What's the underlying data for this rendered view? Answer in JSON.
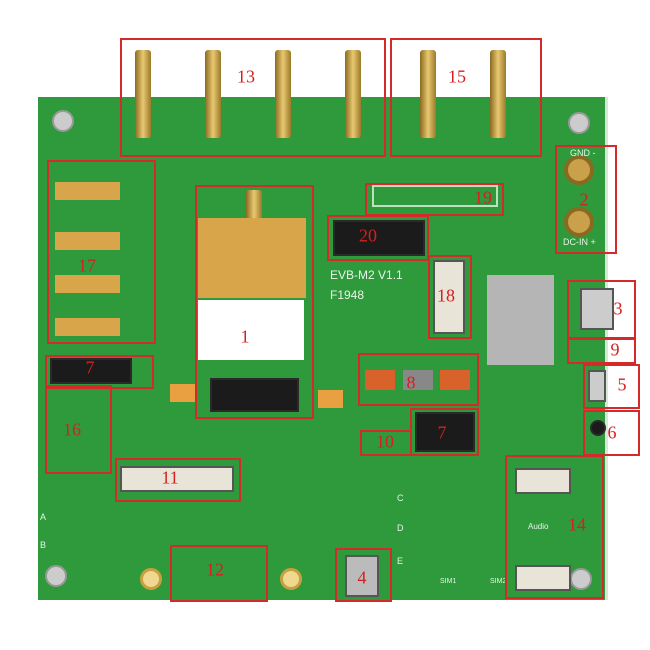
{
  "board": {
    "silkscreen_name": "EVB-M2  V1.1",
    "silkscreen_code": "F1948",
    "gnd_label": "GND -",
    "dcin_label": "DC-IN +",
    "audio_label": "Audio",
    "sim1_label": "SIM1",
    "sim2_label": "SIM2",
    "row_labels": [
      "A",
      "B",
      "C",
      "D",
      "E"
    ]
  },
  "callouts": [
    "1",
    "2",
    "3",
    "4",
    "5",
    "6",
    "7",
    "7",
    "8",
    "9",
    "10",
    "11",
    "12",
    "13",
    "14",
    "15",
    "16",
    "17",
    "18",
    "19",
    "20"
  ],
  "colors": {
    "pcb": "#2f9a3c",
    "callout": "#d42a2a"
  }
}
